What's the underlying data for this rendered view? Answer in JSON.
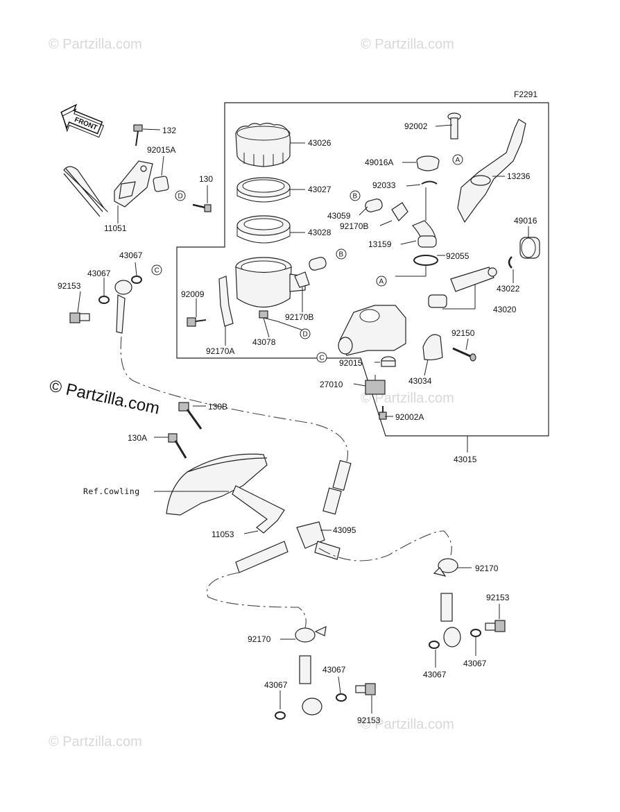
{
  "figure_code": "F2291",
  "front_label": "FRONT",
  "watermarks": {
    "faint": "© Partzilla.com",
    "main": "© Partzilla.com"
  },
  "callouts": {
    "A": "A",
    "B": "B",
    "C": "C",
    "D": "D"
  },
  "labels": {
    "p132": "132",
    "p92015A": "92015A",
    "p130": "130",
    "p11051": "11051",
    "p43067_a": "43067",
    "p43067_b": "43067",
    "p92153_a": "92153",
    "p43026": "43026",
    "p43027": "43027",
    "p43028": "43028",
    "p43078": "43078",
    "p92009": "92009",
    "p92170A": "92170A",
    "p92170B_a": "92170B",
    "p92002": "92002",
    "p49016A": "49016A",
    "p92033": "92033",
    "p43059": "43059",
    "p92170B_b": "92170B",
    "p13159": "13159",
    "p92055": "92055",
    "p13236": "13236",
    "p49016": "49016",
    "p43022": "43022",
    "p43020": "43020",
    "p92150": "92150",
    "p43034": "43034",
    "p92015": "92015",
    "p27010": "27010",
    "p92002A": "92002A",
    "p43015": "43015",
    "p130B": "130B",
    "p130A": "130A",
    "ref_cowling": "Ref.Cowling",
    "p11053": "11053",
    "p43095": "43095",
    "p92170_a": "92170",
    "p92153_b": "92153",
    "p43067_c": "43067",
    "p43067_d": "43067",
    "p92170_b": "92170",
    "p43067_e": "43067",
    "p43067_f": "43067",
    "p92153_c": "92153"
  }
}
